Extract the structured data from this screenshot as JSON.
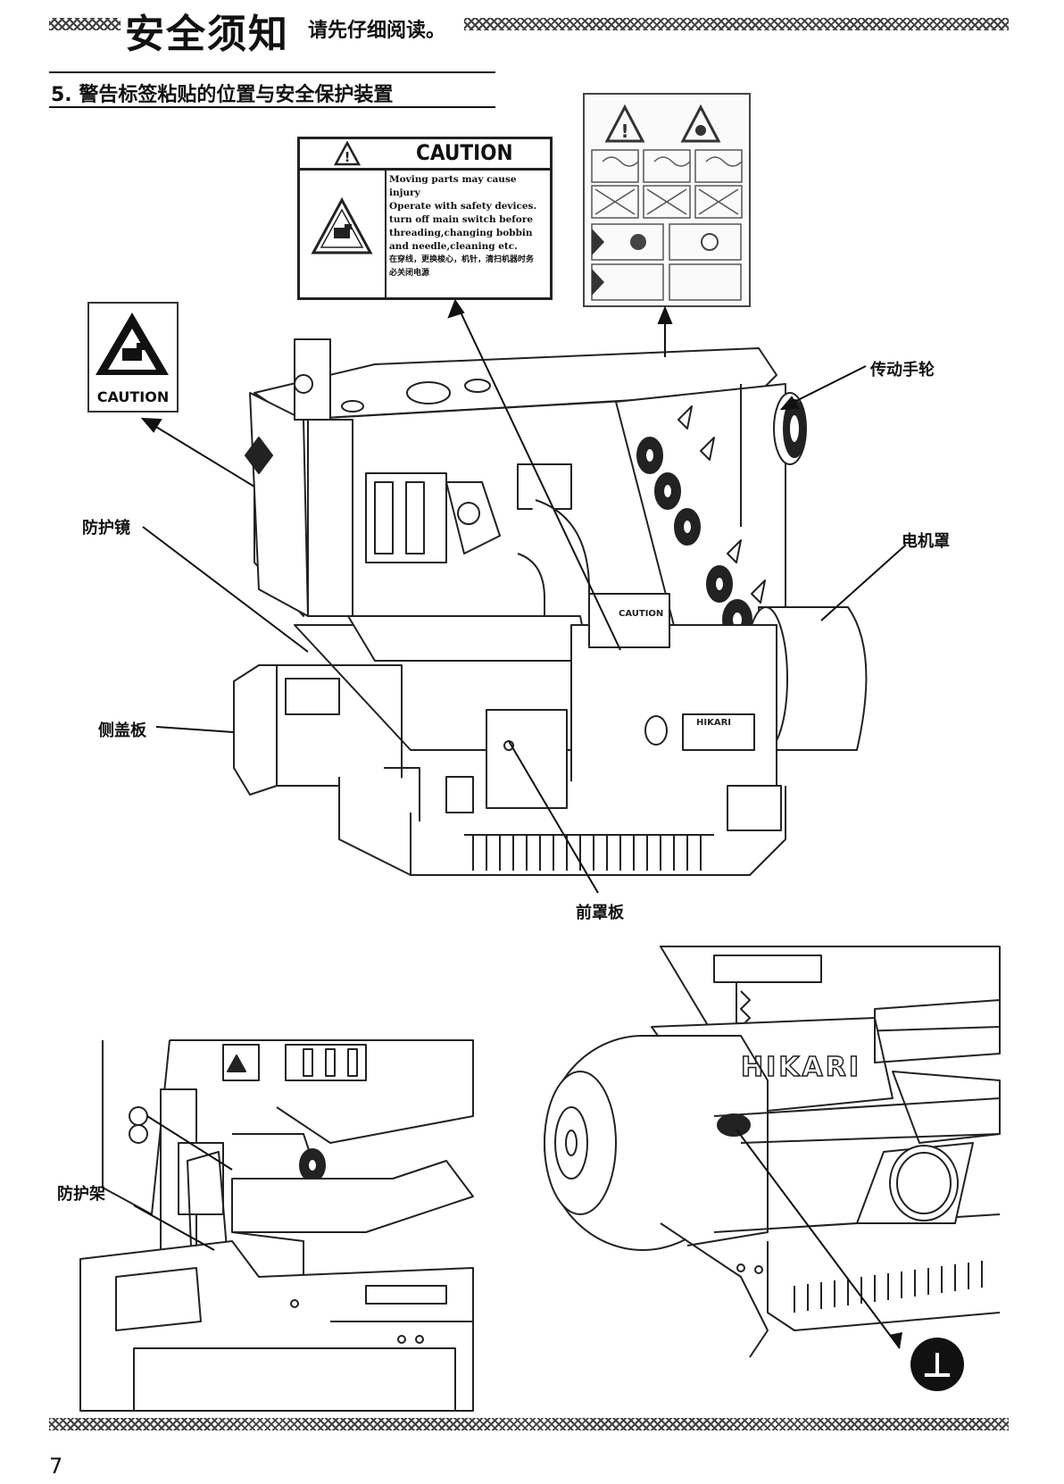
{
  "header": {
    "title": "安全须知",
    "subtitle": "请先仔细阅读。"
  },
  "section": {
    "title": "5. 警告标签粘贴的位置与安全保护装置"
  },
  "caution_label": {
    "heading": "CAUTION",
    "lines": [
      "Moving parts may cause",
      "injury",
      "Operate with safety devices.",
      "turn off main switch before",
      "threading,changing bobbin",
      "and needle,cleaning etc.",
      "在穿线，更换梭心，机针，清扫机器时务",
      "必关闭电源"
    ]
  },
  "small_caution_label": {
    "text": "CAUTION"
  },
  "machine_small_label": {
    "text": "CAUTION"
  },
  "brand": {
    "name": "HIKARI",
    "plate": "HIKARI"
  },
  "callouts": {
    "handwheel": "传动手轮",
    "eye_guard": "防护镜",
    "motor_cover": "电机罩",
    "side_cover": "侧盖板",
    "front_cover": "前罩板",
    "guard_frame": "防护架"
  },
  "detail_right": {
    "symbol": "⊥"
  },
  "footer": {
    "page_number": "7"
  }
}
